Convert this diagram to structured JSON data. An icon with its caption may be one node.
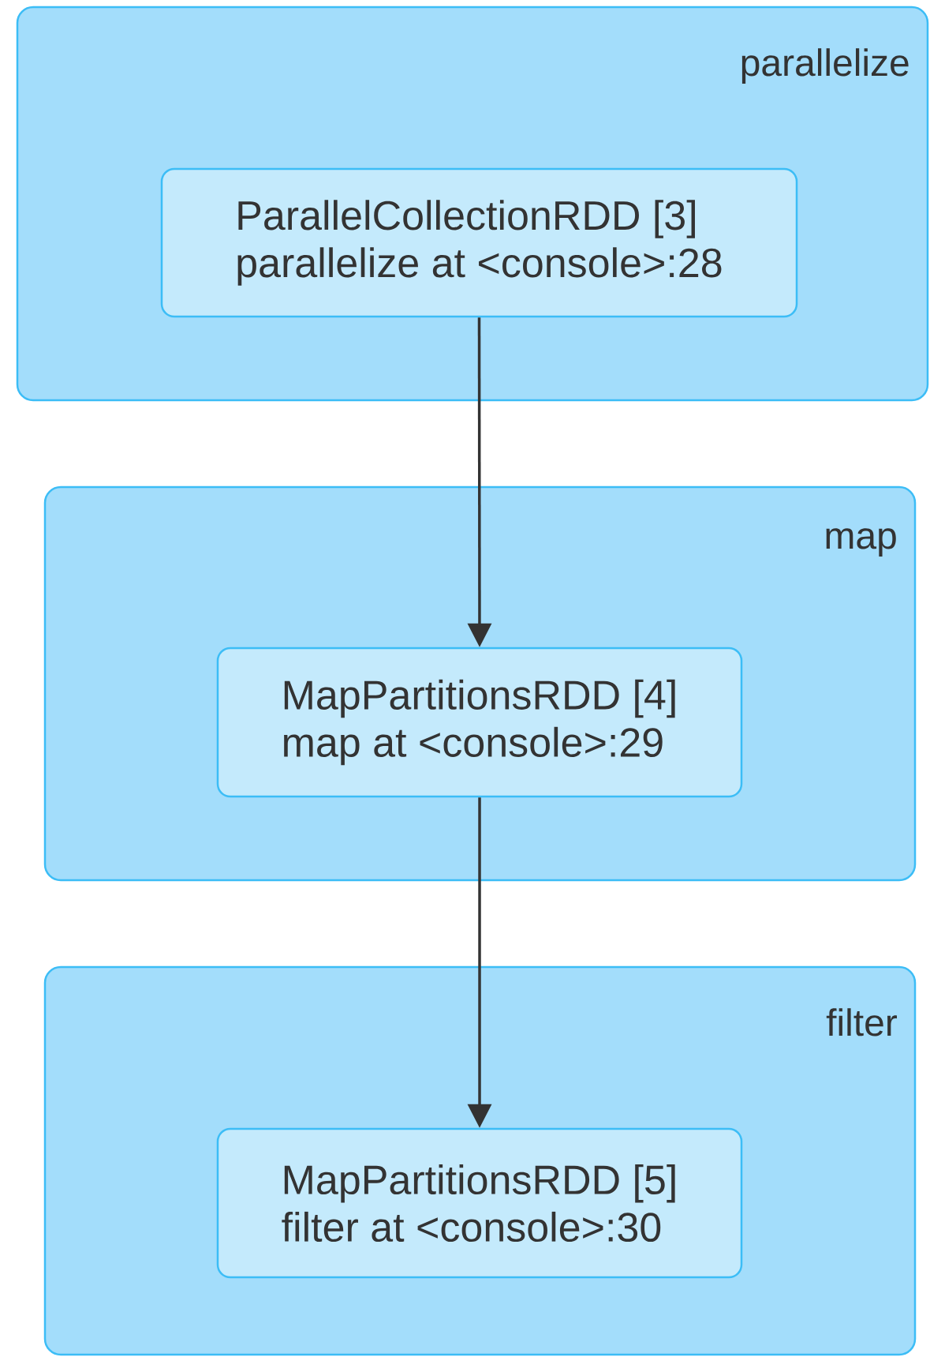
{
  "diagram": {
    "nodes": [
      {
        "text": [
          "parallelize"
        ]
      },
      {
        "text": [
          "ParallelCollectionRDD [3]",
          "parallelize at <console>:28"
        ],
        "in": 0
      },
      {
        "text": [
          "map"
        ]
      },
      {
        "text": [
          "MapPartitionsRDD [4]",
          "map at <console>:29"
        ],
        "in": 2
      },
      {
        "text": [
          "filter"
        ]
      },
      {
        "text": [
          "MapPartitionsRDD [5]",
          "filter at <console>:30"
        ],
        "in": 4
      }
    ],
    "edges": [
      {
        "from": 1,
        "to": 3,
        "arrow": "to"
      },
      {
        "from": 3,
        "to": 5,
        "arrow": "to"
      }
    ]
  }
}
